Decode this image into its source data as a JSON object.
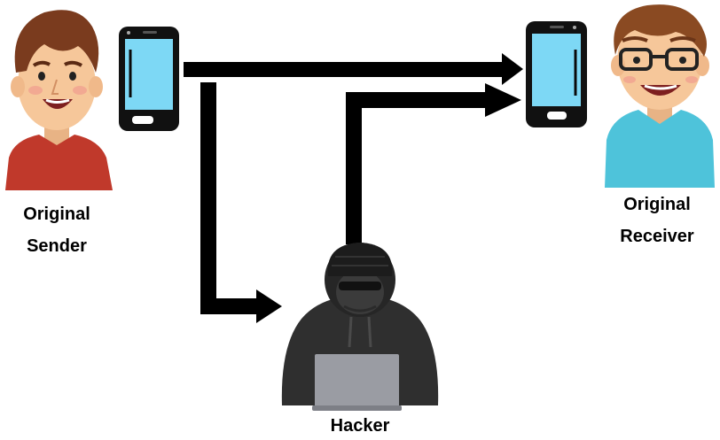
{
  "labels": {
    "sender_line1": "Original",
    "sender_line2": "Sender",
    "receiver_line1": "Original",
    "receiver_line2": "Receiver",
    "hacker": "Hacker"
  },
  "colors": {
    "arrow": "#000000",
    "phone_screen": "#7dd8f5",
    "sender_shirt": "#c0392b",
    "receiver_shirt": "#4ec3da",
    "skin": "#f6c79a",
    "hair": "#7a3b1e",
    "hacker_body": "#2f2f2f",
    "laptop": "#9a9ca3"
  },
  "icons": [
    "sender-avatar-icon",
    "sender-phone-icon",
    "receiver-phone-icon",
    "receiver-avatar-icon",
    "hacker-icon",
    "laptop-icon"
  ]
}
